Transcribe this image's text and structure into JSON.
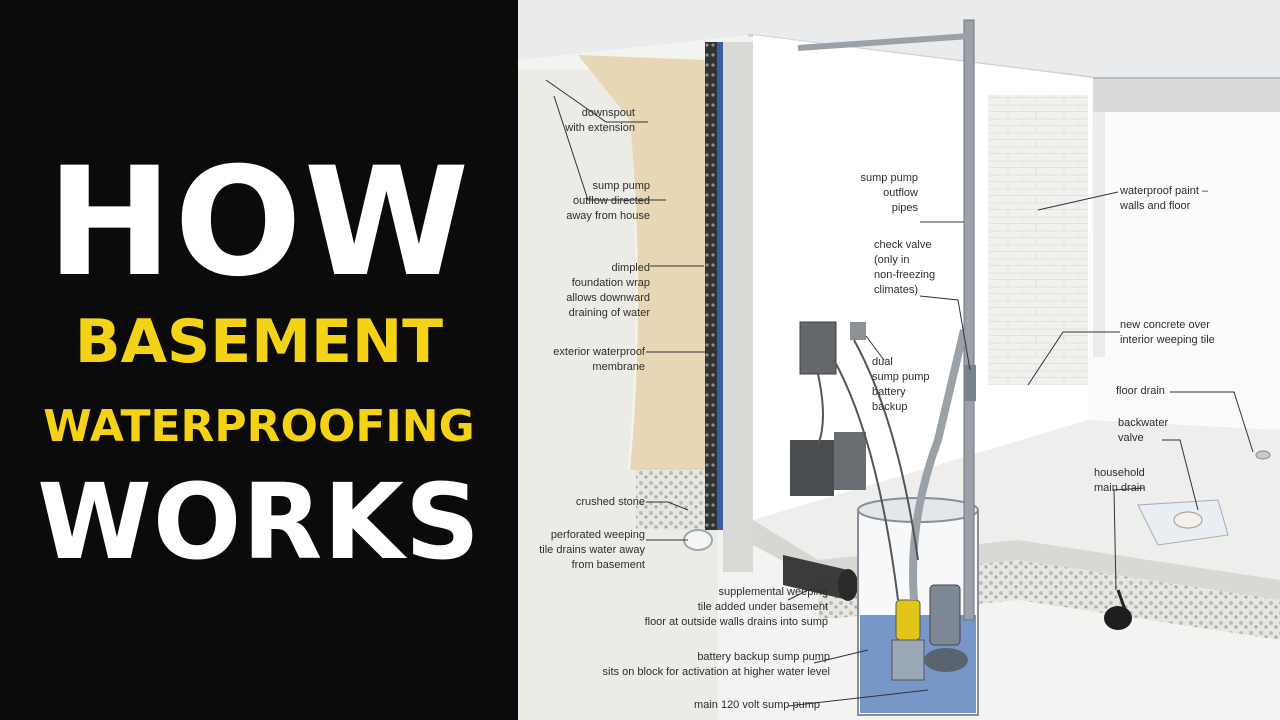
{
  "title": {
    "line1": "HOW",
    "line2": "BASEMENT",
    "line3": "WATERPROOFING",
    "line4": "WORKS"
  },
  "colors": {
    "title_white": "#ffffff",
    "title_yellow": "#f4d316",
    "panel_background": "#0b0b0b",
    "water": "#5f86c0",
    "membrane": "#3a5f9e"
  },
  "labels": {
    "downspout": "downspout\nwith extension",
    "outflow_away": "sump pump\noutflow directed\naway from house",
    "dimpled_wrap": "dimpled\nfoundation wrap\nallows downward\ndraining of water",
    "exterior_membrane": "exterior waterproof\nmembrane",
    "crushed_stone": "crushed stone",
    "perforated_tile": "perforated weeping\ntile drains water away\nfrom basement",
    "supplemental_tile": "supplemental weeping\ntile added under basement\nfloor at outside walls drains into sump",
    "battery_backup_pump": "battery backup sump pump\nsits on block for activation at higher water level",
    "main_pump": "main 120 volt sump pump",
    "outflow_pipes": "sump pump\noutflow\npipes",
    "check_valve": "check valve\n(only in\nnon-freezing\nclimates)",
    "dual_battery": "dual\nsump pump\nbattery\nbackup",
    "waterproof_paint": "waterproof paint –\nwalls and floor",
    "new_concrete": "new concrete over\ninterior weeping tile",
    "floor_drain": "floor drain",
    "backwater_valve": "backwater\nvalve",
    "household_drain": "household\nmain drain"
  }
}
